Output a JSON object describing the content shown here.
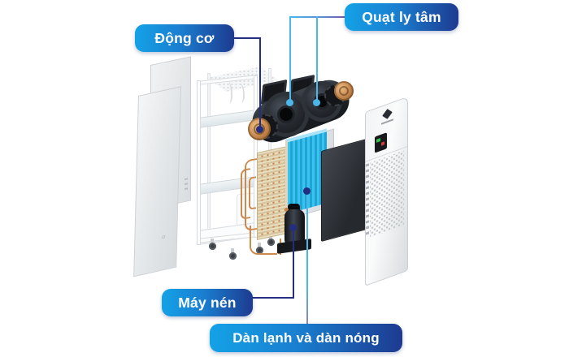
{
  "figure": {
    "type": "exploded-product-diagram",
    "background": "#ffffff"
  },
  "callouts": {
    "motor": {
      "label": "Động cơ"
    },
    "centrifugal_fan": {
      "label": "Quạt ly tâm"
    },
    "compressor": {
      "label": "Máy nén"
    },
    "coils": {
      "label": "Dàn lạnh và dàn nóng"
    }
  },
  "colors": {
    "label_gradient_start": "#14a2e7",
    "label_gradient_end": "#1d3a90",
    "leader_dark": "#232e81",
    "leader_light": "#4ab6ea",
    "coil_blue": "#2ebbea",
    "copper": "#cd8a4f",
    "fan_black": "#24272d",
    "filter_dark": "#33373d",
    "panel_light": "#eceef0"
  }
}
